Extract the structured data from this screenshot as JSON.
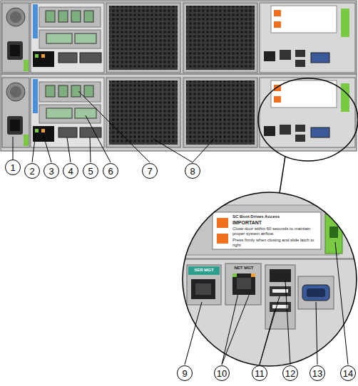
{
  "diagram": {
    "nodes": [
      {
        "text": [
          "1"
        ]
      },
      {
        "text": [
          "2"
        ]
      },
      {
        "text": [
          "3"
        ]
      },
      {
        "text": [
          "4"
        ]
      },
      {
        "text": [
          "5"
        ]
      },
      {
        "text": [
          "6"
        ]
      },
      {
        "text": [
          "7"
        ]
      },
      {
        "text": [
          "8"
        ]
      },
      {
        "text": [
          "9"
        ]
      },
      {
        "text": [
          "10"
        ]
      },
      {
        "text": [
          "11"
        ]
      },
      {
        "text": [
          "12"
        ]
      },
      {
        "text": [
          "13"
        ]
      },
      {
        "text": [
          "14"
        ]
      }
    ],
    "labels": [
      "SC Boot Drives Access",
      "IMPORTANT",
      "Close door within 60 seconds to maintain proper system airflow.",
      "Press firmly when closing and slide latch to right",
      "SER MGT",
      "NET MGT"
    ]
  }
}
